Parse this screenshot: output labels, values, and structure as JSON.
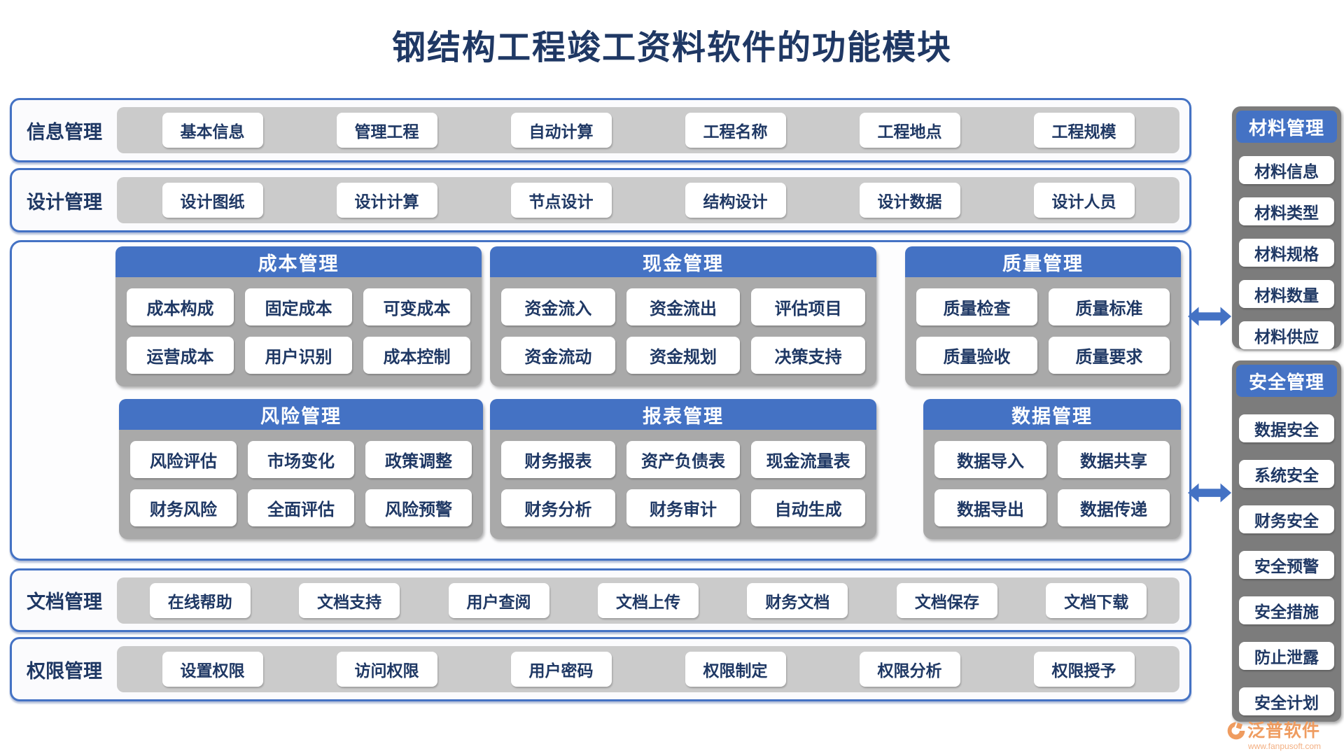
{
  "title": "钢结构工程竣工资料软件的功能模块",
  "bands": [
    {
      "label": "信息管理",
      "items": [
        "基本信息",
        "管理工程",
        "自动计算",
        "工程名称",
        "工程地点",
        "工程规模"
      ]
    },
    {
      "label": "设计管理",
      "items": [
        "设计图纸",
        "设计计算",
        "节点设计",
        "结构设计",
        "设计数据",
        "设计人员"
      ]
    },
    {
      "label": "文档管理",
      "items": [
        "在线帮助",
        "文档支持",
        "用户查阅",
        "文档上传",
        "财务文档",
        "文档保存",
        "文档下载"
      ]
    },
    {
      "label": "权限管理",
      "items": [
        "设置权限",
        "访问权限",
        "用户密码",
        "权限制定",
        "权限分析",
        "权限授予"
      ]
    }
  ],
  "blocks": [
    {
      "title": "成本管理",
      "items": [
        "成本构成",
        "固定成本",
        "可变成本",
        "运营成本",
        "用户识别",
        "成本控制"
      ]
    },
    {
      "title": "现金管理",
      "items": [
        "资金流入",
        "资金流出",
        "评估项目",
        "资金流动",
        "资金规划",
        "决策支持"
      ]
    },
    {
      "title": "质量管理",
      "items": [
        "质量检查",
        "质量标准",
        "质量验收",
        "质量要求"
      ]
    },
    {
      "title": "风险管理",
      "items": [
        "风险评估",
        "市场变化",
        "政策调整",
        "财务风险",
        "全面评估",
        "风险预警"
      ]
    },
    {
      "title": "报表管理",
      "items": [
        "财务报表",
        "资产负债表",
        "现金流量表",
        "财务分析",
        "财务审计",
        "自动生成"
      ]
    },
    {
      "title": "数据管理",
      "items": [
        "数据导入",
        "数据共享",
        "数据导出",
        "数据传递"
      ]
    }
  ],
  "panels": [
    {
      "title": "材料管理",
      "items": [
        "材料信息",
        "材料类型",
        "材料规格",
        "材料数量",
        "材料供应"
      ]
    },
    {
      "title": "安全管理",
      "items": [
        "数据安全",
        "系统安全",
        "财务安全",
        "安全预警",
        "安全措施",
        "防止泄露",
        "安全计划"
      ]
    }
  ],
  "logo": {
    "name": "泛普软件",
    "url": "www.fanpusoft.com"
  },
  "colors": {
    "accent": "#4472C4",
    "title_text": "#1F3864",
    "button_text": "#1F3864",
    "tray_gray": "#CBCBCB",
    "block_gray": "#A9A9A9",
    "panel_gray": "#7C7C7C",
    "logo_orange": "#EF9C60"
  }
}
